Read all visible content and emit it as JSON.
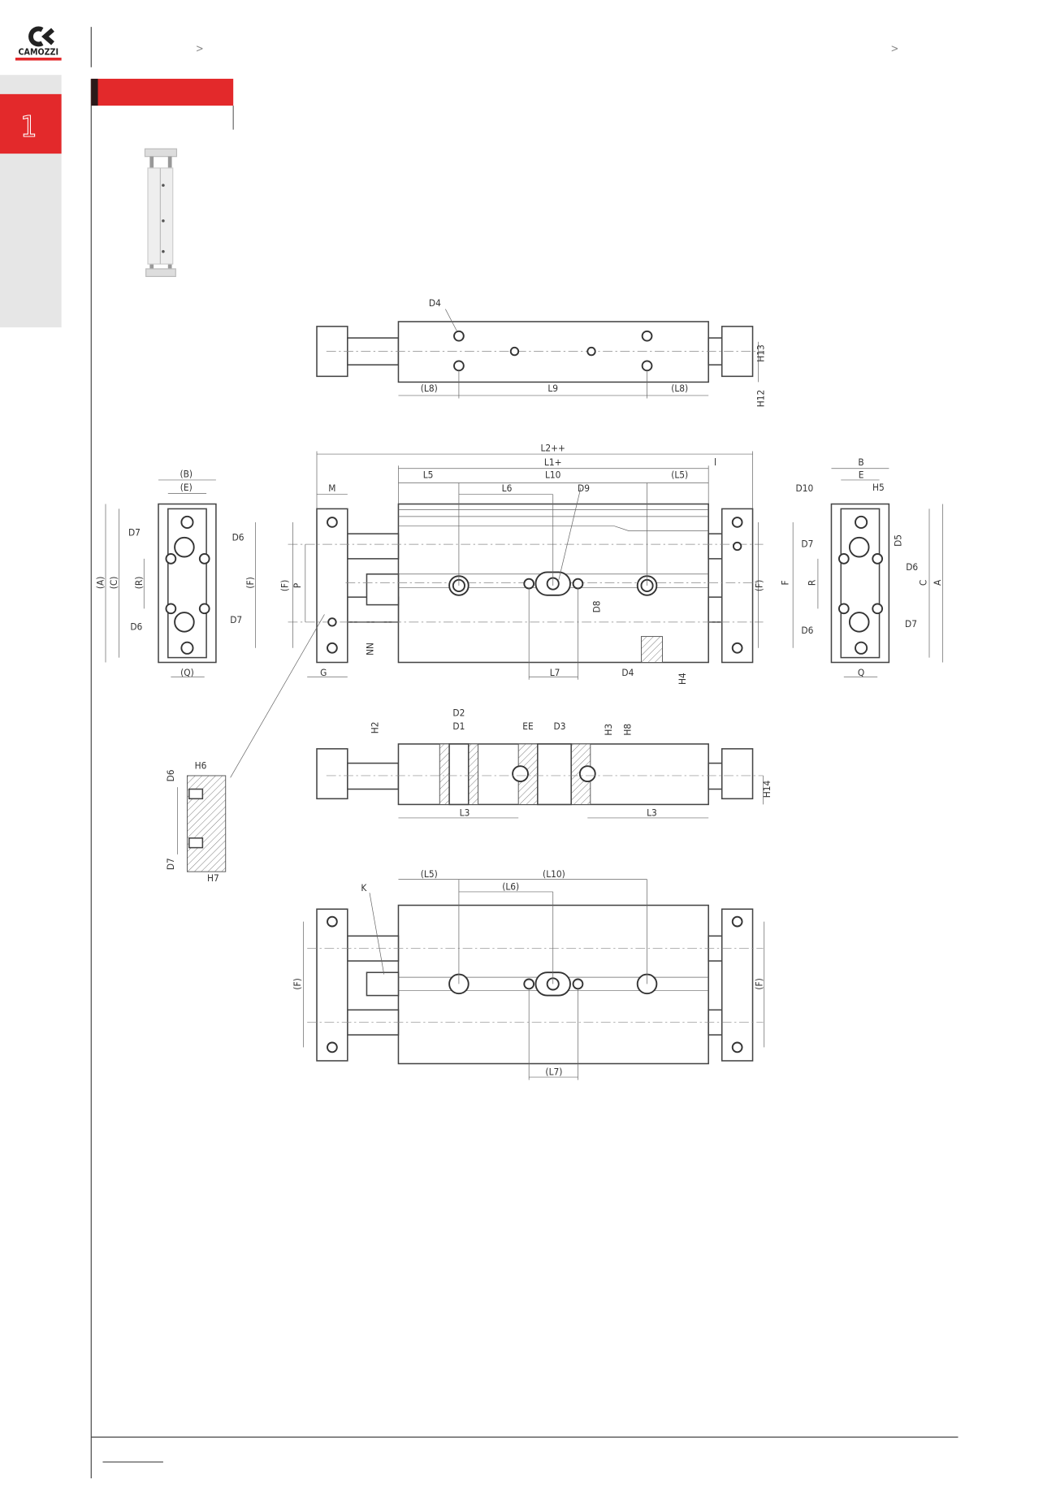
{
  "header": {
    "brand": "CAMOZZI",
    "breadcrumb_separator_1": ">",
    "breadcrumb_separator_2": ">",
    "section_number": "1"
  },
  "colors": {
    "accent": "#e3292b",
    "sidebar": "#e6e6e6",
    "line": "#444444"
  },
  "drawing": {
    "top_view": [
      "D4",
      "(L8)",
      "L9",
      "(L8)",
      "H13",
      "H12"
    ],
    "front_view": [
      "L2++",
      "L1+",
      "l",
      "L5",
      "L10",
      "(L5)",
      "L6",
      "D9",
      "M",
      "(F)",
      "P",
      "NN",
      "G",
      "L7",
      "D4",
      "H4",
      "D8",
      "(F)"
    ],
    "left_end_view": [
      "(B)",
      "(E)",
      "D7",
      "D6",
      "(A)",
      "(C)",
      "(R)",
      "(F)",
      "D6",
      "D7",
      "(Q)"
    ],
    "right_end_view": [
      "B",
      "E",
      "H5",
      "D10",
      "D7",
      "D5",
      "D6",
      "F",
      "R",
      "C",
      "A",
      "D6",
      "D7",
      "Q"
    ],
    "section_view": [
      "H2",
      "D2",
      "D1",
      "EE",
      "D3",
      "H3",
      "H8",
      "H14",
      "L3",
      "L3"
    ],
    "detail_view": [
      "H6",
      "D6",
      "D7",
      "H7"
    ],
    "bottom_view": [
      "(L5)",
      "(L10)",
      "(L6)",
      "K",
      "(F)",
      "(F)",
      "(L7)"
    ]
  }
}
